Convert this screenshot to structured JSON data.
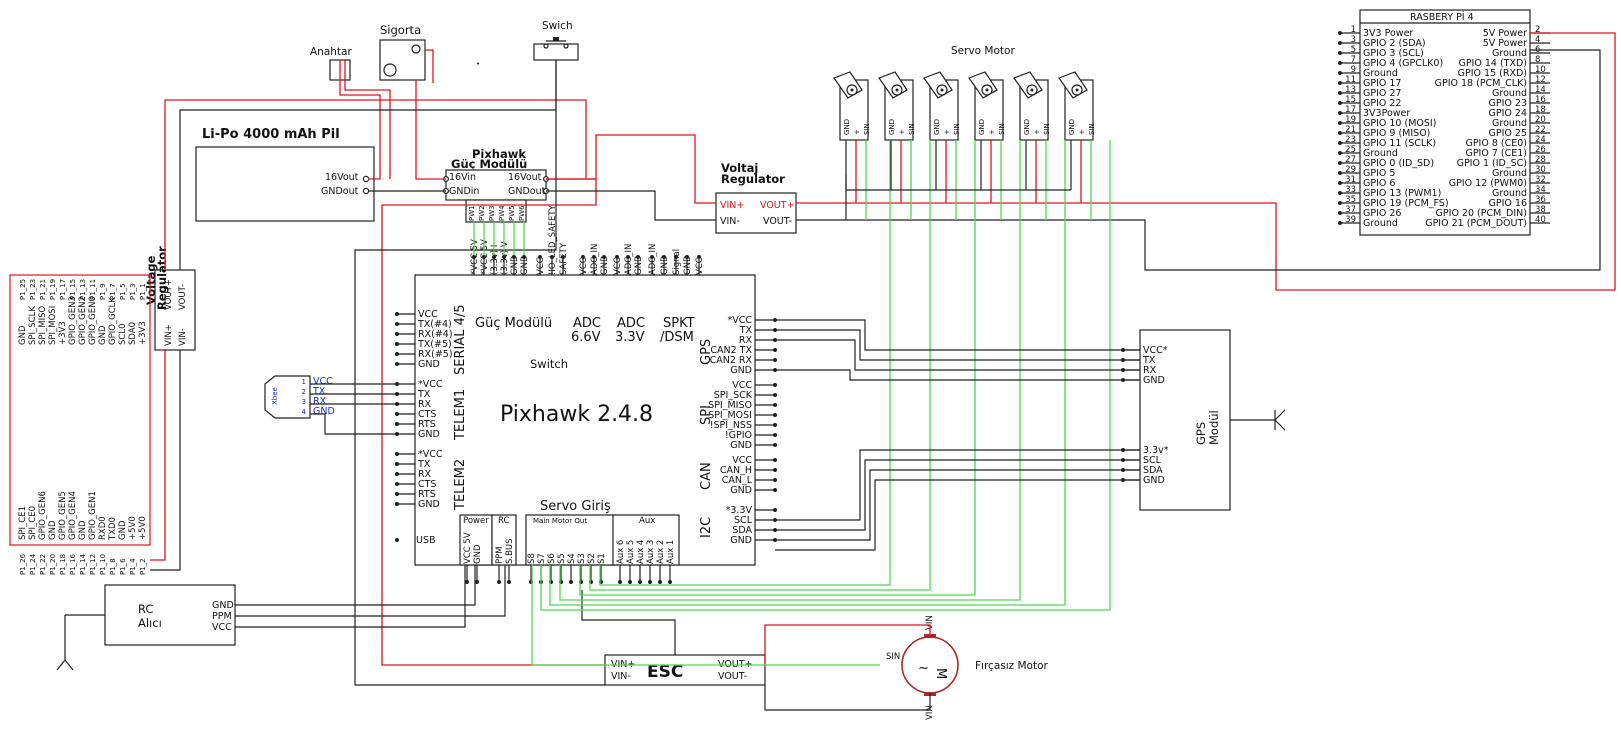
{
  "labels": {
    "anahtar": "Anahtar",
    "sigorta": "Sigorta",
    "swich": "Swich",
    "servo_motor": "Servo Motor",
    "rpi_title": "RASBERY Pİ 4",
    "lipo": "Li-Po 4000 mAh Pil",
    "lipo_16vout": "16Vout",
    "lipo_gndout": "GNDout",
    "guc_title1": "Pixhawk",
    "guc_title2": "Güç Modülü",
    "guc_16vin": "16Vin",
    "guc_gndin": "GNDin",
    "guc_16vout": "16Vout",
    "guc_gndout": "GNDout",
    "pw1": "PW1",
    "pw2": "PW2",
    "pw3": "PW3",
    "pw4": "PW4",
    "pw5": "PW5",
    "pw6": "PW6",
    "vreg_title1": "Voltaj",
    "vreg_title2": "Regulator",
    "vreg_vinp": "VIN+",
    "vreg_vinm": "VIN-",
    "vreg_voutp": "VOUT+",
    "vreg_voutm": "VOUT-",
    "vreg2_title1": "Voltage",
    "vreg2_title2": "Regulator",
    "vreg2_voutp": "VOUT+",
    "vreg2_voutm": "VOUT-",
    "vreg2_vinp": "VIN+",
    "vreg2_vinm": "VIN-",
    "pixhawk": "Pixhawk 2.4.8",
    "guc_modulu": "Güç Modülü",
    "switch": "Switch",
    "adc66_1": "ADC",
    "adc66_2": "6.6V",
    "adc33_1": "ADC",
    "adc33_2": "3.3V",
    "spkt_1": "SPKT",
    "spkt_2": "/DSM",
    "serial45": "SERIAL 4/5",
    "telem1": "TELEM1",
    "telem2": "TELEM2",
    "gps_side": "GPS",
    "spi_side": "SPI",
    "can_side": "CAN",
    "i2c_side": "I2C",
    "servo_giris": "Servo Giriş",
    "usb": "USB",
    "power": "Power",
    "rc": "RC",
    "main_motor_out": "Main Motor Out",
    "aux": "Aux",
    "rc_alici1": "RC",
    "rc_alici2": "Alıcı",
    "rc_gnd": "GND",
    "rc_ppm": "PPM",
    "rc_vcc": "VCC",
    "esc": "ESC",
    "esc_vinp": "VIN+",
    "esc_vinm": "VIN-",
    "esc_voutp": "VOUT+",
    "esc_voutm": "VOUT-",
    "motor_label": "Fırçasız Motor",
    "motor_m": "M",
    "motor_sin": "SIN",
    "motor_vin_top": "VIN",
    "motor_vin_bot": "VIN",
    "gps_modul1": "GPS",
    "gps_modul2": "Modül",
    "xbee_label": "Xbee"
  },
  "pixhawk_top_pins": [
    "*VCC 5V",
    "*VCC 5V",
    "(3.3v) I",
    "(3.3v) V",
    "GND",
    "GND",
    "VCC",
    "!IO_LED_SAFETY",
    "SAFETY",
    "VCC",
    "ADC_IN",
    "GND",
    "VCC",
    "ADC_IN",
    "GND",
    "ADC_IN",
    "GND",
    "Signal",
    "GND",
    "VCC"
  ],
  "serial45_pins": [
    "VCC",
    "TX(#4)",
    "RX(#4)",
    "TX(#5)",
    "RX(#5)",
    "GND"
  ],
  "telem1_pins": [
    "*VCC",
    "TX",
    "RX",
    "CTS",
    "RTS",
    "GND"
  ],
  "telem2_pins": [
    "*VCC",
    "TX",
    "RX",
    "CTS",
    "RTS",
    "GND"
  ],
  "gps_pins": [
    "*VCC",
    "TX",
    "RX",
    "CAN2 TX",
    "CAN2 RX",
    "GND"
  ],
  "spi_pins": [
    "VCC",
    "SPI_SCK",
    "SPI_MISO",
    "SPI_MOSI",
    "!SPI_NSS",
    "!GPIO",
    "GND"
  ],
  "can_pins": [
    "VCC",
    "CAN_H",
    "CAN_L",
    "GND"
  ],
  "i2c_pins": [
    "*3.3V",
    "SCL",
    "SDA",
    "GND"
  ],
  "power_pins": [
    "VCC 5V",
    "GND"
  ],
  "rc_pins": [
    "PPM",
    "S.BUS"
  ],
  "main_out_pins": [
    "S8",
    "S7",
    "S6",
    "S5",
    "S4",
    "S3",
    "S2",
    "S1"
  ],
  "aux_pins": [
    "Aux 6",
    "Aux 5",
    "Aux 4",
    "Aux 3",
    "Aux 2",
    "Aux 1"
  ],
  "xbee_pins": [
    {
      "num": "1",
      "name": "VCC"
    },
    {
      "num": "2",
      "name": "TX"
    },
    {
      "num": "3",
      "name": "RX"
    },
    {
      "num": "4",
      "name": "GND"
    }
  ],
  "gps_module_pins_top": [
    "VCC*",
    "TX",
    "RX",
    "GND"
  ],
  "gps_module_pins_bottom": [
    "3.3v*",
    "SCL",
    "SDA",
    "GND"
  ],
  "servo_pins": [
    "GND",
    "+",
    "SIN"
  ],
  "rpi_left": [
    {
      "num": "1",
      "name": "3V3 Power"
    },
    {
      "num": "3",
      "name": "GPIO 2 (SDA)"
    },
    {
      "num": "5",
      "name": "GPIO 3 (SCL)"
    },
    {
      "num": "7",
      "name": "GPIO 4 (GPCLK0)"
    },
    {
      "num": "9",
      "name": "Ground"
    },
    {
      "num": "11",
      "name": "GPIO 17"
    },
    {
      "num": "13",
      "name": "GPIO 27"
    },
    {
      "num": "15",
      "name": "GPIO 22"
    },
    {
      "num": "17",
      "name": "3V3Power"
    },
    {
      "num": "19",
      "name": "GPIO 10 (MOSI)"
    },
    {
      "num": "21",
      "name": "GPIO 9 (MISO)"
    },
    {
      "num": "23",
      "name": "GPIO 11 (SCLK)"
    },
    {
      "num": "25",
      "name": "Ground"
    },
    {
      "num": "27",
      "name": "GPIO 0 (ID_SD)"
    },
    {
      "num": "29",
      "name": "GPIO 5"
    },
    {
      "num": "31",
      "name": "GPIO 6"
    },
    {
      "num": "33",
      "name": "GPIO 13 (PWM1)"
    },
    {
      "num": "35",
      "name": "GPIO 19 (PCM_FS)"
    },
    {
      "num": "37",
      "name": "GPIO 26"
    },
    {
      "num": "39",
      "name": "Ground"
    }
  ],
  "rpi_right": [
    {
      "num": "2",
      "name": "5V Power"
    },
    {
      "num": "4",
      "name": "5V Power"
    },
    {
      "num": "6",
      "name": "Ground"
    },
    {
      "num": "8",
      "name": "GPIO 14 (TXD)"
    },
    {
      "num": "10",
      "name": "GPIO 15 (RXD)"
    },
    {
      "num": "12",
      "name": "GPIO 18 (PCM_CLK)"
    },
    {
      "num": "14",
      "name": "Ground"
    },
    {
      "num": "16",
      "name": "GPIO 23"
    },
    {
      "num": "18",
      "name": "GPIO 24"
    },
    {
      "num": "20",
      "name": "Ground"
    },
    {
      "num": "22",
      "name": "GPIO 25"
    },
    {
      "num": "24",
      "name": "GPIO 8 (CE0)"
    },
    {
      "num": "26",
      "name": "GPIO 7 (CE1)"
    },
    {
      "num": "28",
      "name": "GPIO 1 (ID_SC)"
    },
    {
      "num": "30",
      "name": "Ground"
    },
    {
      "num": "32",
      "name": "GPIO 12 (PWM0)"
    },
    {
      "num": "34",
      "name": "Ground"
    },
    {
      "num": "36",
      "name": "GPIO 16"
    },
    {
      "num": "38",
      "name": "GPIO 20 (PCM_DIN)"
    },
    {
      "num": "40",
      "name": "GPIO 21 (PCM_DOUT)"
    }
  ],
  "left_board_top": [
    "GND",
    "SPI_SCLK",
    "SPI_MISO",
    "SPI_MOSI",
    "+3V3",
    "GPIO_GEN3",
    "GPIO_GEN2",
    "GPIO_GEN0",
    "GND",
    "GPIO_GCLK",
    "SCL0",
    "SDA0",
    "+3V3"
  ],
  "left_board_top_pins": [
    "P1_25",
    "P1_23",
    "P1_21",
    "P1_19",
    "P1_17",
    "P1_15",
    "P1_13",
    "P1_11",
    "P1_9",
    "P1_7",
    "P1_5",
    "P1_3",
    "P1_1"
  ],
  "left_board_bottom": [
    "SPI_CE1",
    "SPI_CE0",
    "GPIO_GEN6",
    "GND",
    "GPIO_GEN5",
    "GPIO_GEN4",
    "GND",
    "GPIO_GEN1",
    "RXD0",
    "TXD0",
    "GND",
    "+5V0",
    "+5V0"
  ],
  "left_board_bottom_pins": [
    "P1_26",
    "P1_24",
    "P1_22",
    "P1_20",
    "P1_18",
    "P1_16",
    "P1_14",
    "P1_12",
    "P1_10",
    "P1_8",
    "P1_6",
    "P1_4",
    "P1_2"
  ],
  "colors": {
    "power_wire": "#e0141c",
    "signal_wire": "#4fd84f",
    "ground_wire": "#222222",
    "xbee_text": "#1a2bd8"
  }
}
